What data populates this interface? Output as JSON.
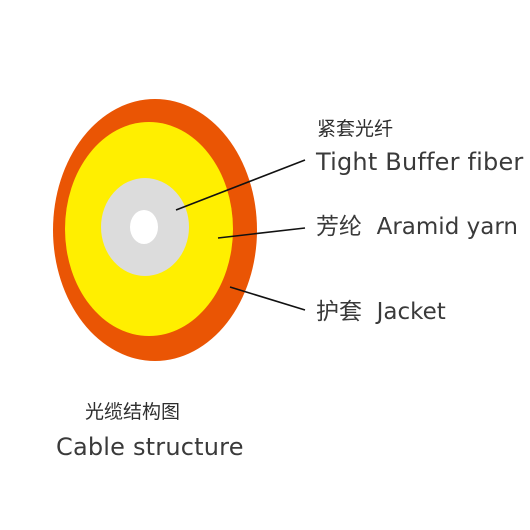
{
  "colors": {
    "jacket": "#ea5504",
    "aramid_yarn": "#ffef00",
    "tight_buffer": "#dcdcdc",
    "fiber_core": "#ffffff",
    "leader_line": "#111111"
  },
  "labels": {
    "tight_buffer_zh": "紧套光纤",
    "tight_buffer_en": "Tight Buffer fiber",
    "aramid": "芳纶  Aramid yarn",
    "jacket": "护套  Jacket"
  },
  "caption": {
    "zh": "光缆结构图",
    "en": "Cable structure"
  }
}
